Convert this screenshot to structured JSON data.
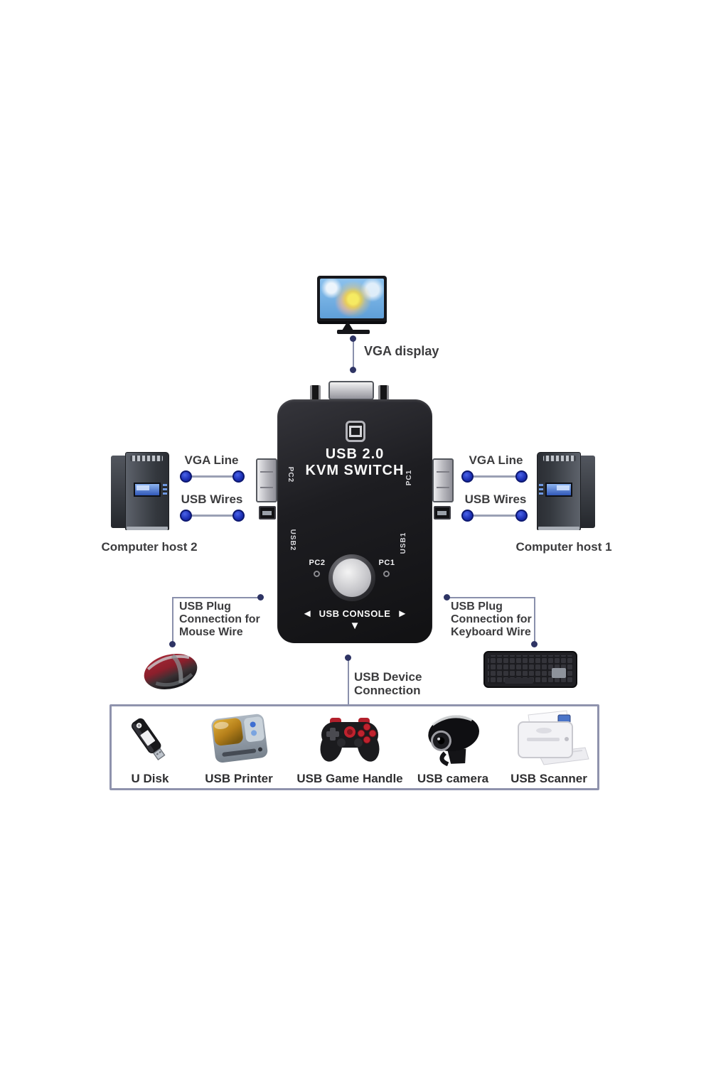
{
  "colors": {
    "connector_blue": "#1c2fb4",
    "line_gray": "#8a90ac",
    "kvm_body_black": "#1d1d21",
    "kvm_text_white": "#fafafa",
    "label_text": "#3c3c3e",
    "box_border": "#8f93ad",
    "mouse_red": "#8c1f2c",
    "screen_blue": "#3158b8"
  },
  "monitor": {
    "label": "VGA display"
  },
  "kvm": {
    "title_line1": "USB 2.0",
    "title_line2": "KVM SWITCH",
    "side_pc2": "PC2",
    "side_pc1": "PC1",
    "side_usb2": "USB2",
    "side_usb1": "USB1",
    "btn_pc2": "PC2",
    "btn_pc1": "PC1",
    "console_left_arrow": "◄",
    "console_label": "USB CONSOLE",
    "console_right_arrow": "►",
    "console_down_arrow": "▼"
  },
  "host_left": {
    "vga_line_label": "VGA Line",
    "usb_wires_label": "USB Wires",
    "name": "Computer host 2"
  },
  "host_right": {
    "vga_line_label": "VGA Line",
    "usb_wires_label": "USB Wires",
    "name": "Computer host 1"
  },
  "notes": {
    "mouse": [
      "USB Plug",
      "Connection for",
      "Mouse Wire"
    ],
    "keyboard": [
      "USB Plug",
      "Connection for",
      "Keyboard Wire"
    ],
    "usb_device": [
      "USB Device",
      "Connection"
    ]
  },
  "devices": [
    {
      "label": "U Disk"
    },
    {
      "label": "USB Printer"
    },
    {
      "label": "USB Game Handle"
    },
    {
      "label": "USB camera"
    },
    {
      "label": "USB Scanner"
    }
  ]
}
